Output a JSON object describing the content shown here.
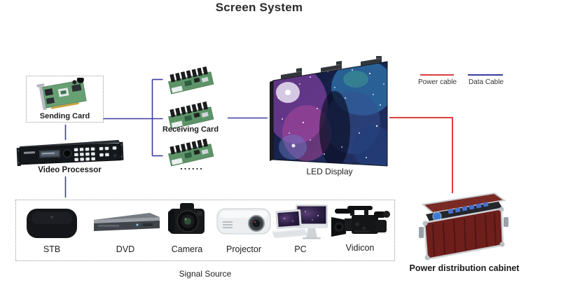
{
  "title": "Screen System",
  "colors": {
    "power_cable": "#d84040",
    "data_cable": "#3b3b9e",
    "box_border": "#979797",
    "text": "#222222",
    "pcb_green": "#5c9468",
    "led_galaxy_base": "#101737",
    "cabinet_red": "#6e1f1c"
  },
  "legend": {
    "power": {
      "label": "Power cable",
      "color": "#d84040"
    },
    "data": {
      "label": "Data Cable",
      "color": "#3b3b9e"
    }
  },
  "nodes": {
    "sending_card": {
      "label": "Sending Card",
      "icon": "pcb-card-icon"
    },
    "video_processor": {
      "label": "Video Processor",
      "icon": "rack-unit-icon"
    },
    "receiving_card": {
      "label": "Receiving Card",
      "ellipsis": "......",
      "count_shown": 3,
      "icon": "pcb-board-icon"
    },
    "led_display": {
      "label": "LED Display",
      "icon": "led-screen-icon"
    },
    "power_cabinet": {
      "label": "Power distribution cabinet",
      "icon": "flight-case-icon"
    }
  },
  "signal_source": {
    "label": "Signal Source",
    "items": [
      {
        "label": "STB",
        "icon": "set-top-box-icon"
      },
      {
        "label": "DVD",
        "icon": "dvd-player-icon"
      },
      {
        "label": "Camera",
        "icon": "dslr-camera-icon"
      },
      {
        "label": "Projector",
        "icon": "projector-icon"
      },
      {
        "label": "PC",
        "icon": "computer-icon"
      },
      {
        "label": "Vidicon",
        "icon": "video-camera-icon"
      }
    ]
  }
}
